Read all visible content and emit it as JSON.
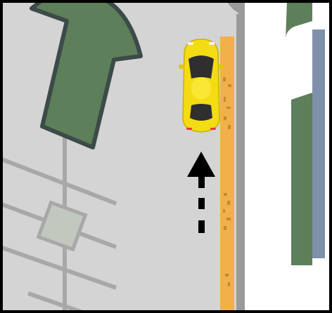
{
  "scene": {
    "type": "top-down-parking-puzzle",
    "colors": {
      "frame": "#000000",
      "asphalt": "#d4d4d4",
      "asphalt_shadow": "#9a9a9a",
      "grass": "#5d7f59",
      "grass_outline": "#3c4a49",
      "curb_white": "#ffffff",
      "curb_blue": "#7f90a9",
      "sidewalk_orange": "#f2b04a",
      "sidewalk_texture": "#b67c2a",
      "parking_lines": "#a8a8a8",
      "car_body": "#f4dc14",
      "car_roof": "#2f2f2f",
      "car_lights_rear": "#e53935",
      "arrow": "#000000"
    },
    "elements": {
      "car": {
        "label": "car",
        "icon": "car-top-view-icon",
        "direction": "up"
      },
      "direction_arrow": {
        "label": "direction-arrow",
        "icon": "arrow-up-dashed-icon"
      },
      "island": {
        "label": "green-arrow-island"
      },
      "drain": {
        "label": "drain-grate"
      }
    }
  }
}
